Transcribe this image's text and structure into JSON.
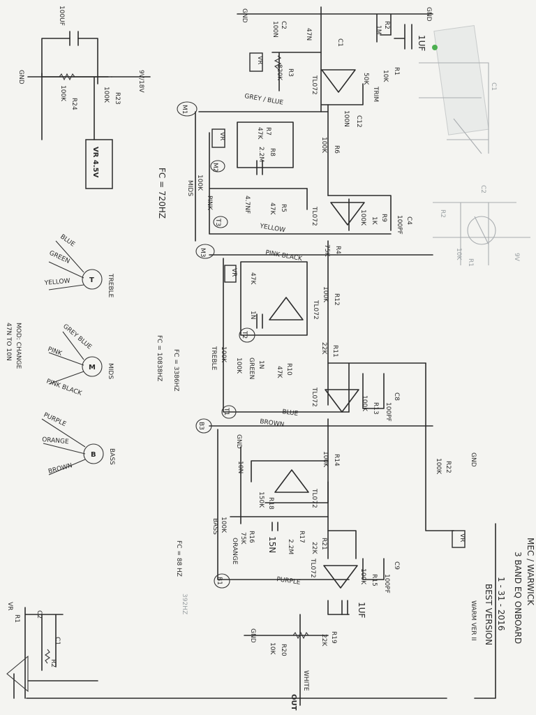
{
  "notes": {
    "title_1": "MEC / WARWICK",
    "title_2": "3 BAND EQ ONBOARD",
    "date": "1 - 31 - 2016",
    "version": "BEST VERSION",
    "extra": "WARM VER II",
    "fc_mids": "FC = 720HZ",
    "fc_treble_1": "FC = 3386HZ",
    "fc_treble_2": "FC = 10838HZ",
    "fc_bass_1": "FC = 88 HZ",
    "fc_bass_2": "392HZ",
    "mod": "MOD: CHANGE",
    "mod_2": "47N TO 10N"
  },
  "labels": {
    "gnd": "GND",
    "vr": "VR",
    "out": "OUT",
    "v9": "9V/18V",
    "vr45": "VR 4.5V",
    "c100uf": "100UF",
    "r24": "R24",
    "r23": "R23",
    "k100": "100K",
    "c2": "C2",
    "c2v": "100N",
    "c1": "C1",
    "c1v": "47N",
    "r1": "R1",
    "r1v": "1M",
    "r2": "R2",
    "r2v": "10K",
    "r3": "R3",
    "r3v": "820K",
    "r3b": "50K",
    "r3c": "TRIM",
    "uf1": "1UF",
    "tl072": "TL072",
    "c12": "C12",
    "c12v": "100N",
    "r6": "R6",
    "r7": "R7",
    "r7v": "47K",
    "r8": "R8",
    "r8v": "2.2M",
    "r5": "R5",
    "r5v": "47K",
    "c47n": "4.7NF",
    "r9": "R9",
    "r9v": "1K",
    "c4": "C4",
    "c4v": "100PF",
    "r4": "R4",
    "r4v": "75K",
    "mids": "MIDS",
    "m1": "M1",
    "m2": "M2",
    "m3": "M3",
    "grey_blue": "GREY / BLUE",
    "pink": "PINK",
    "yellow": "YELLOW",
    "pink_black": "PINK BLACK",
    "treble": "TREBLE",
    "t1": "T1",
    "t2": "T2",
    "t3": "T3",
    "r10": "R10",
    "r10v": "47K",
    "r11": "R11",
    "r11v": "22K",
    "r12": "R12",
    "green": "GREEN",
    "in": "1N",
    "c8": "C8",
    "c8v": "100PF",
    "r13": "R13",
    "blue": "BLUE",
    "brown": "BROWN",
    "bass": "BASS",
    "b1": "B1",
    "b3": "B3",
    "r14": "R14",
    "r17": "R17",
    "r17v": "2.2M",
    "r18": "R18",
    "r18v": "150K",
    "r16": "R16",
    "r16v": "75K",
    "r21": "R21",
    "r21v": "22K",
    "c15n": "15N",
    "c10n": "10N",
    "r15": "R15",
    "c9": "C9",
    "c9v": "100PF",
    "r19": "R19",
    "r19v": "22K",
    "r20": "R20",
    "r20v": "10K",
    "r22": "R22",
    "purple": "PURPLE",
    "orange": "ORANGE",
    "white": "WHITE",
    "uf1b": "1UF",
    "pot_t": "T",
    "pot_m": "M",
    "pot_b": "B",
    "pot_t_name": "TREBLE",
    "pot_m_name": "MIDS",
    "pot_b_name": "BASS",
    "p_blue": "BLUE",
    "p_green": "GREEN",
    "p_yellow": "YELLOW",
    "p_grey": "GREY BLUE",
    "p_pink": "PINK",
    "p_pinkblack": "PINK BLACK",
    "p_purple": "PURPLE",
    "p_orange": "ORANGE",
    "p_brown": "BROWN",
    "ghost_c1": "C1",
    "ghost_c2": "C2",
    "ghost_r1": "R1",
    "ghost_r2": "R2",
    "ghost_10k": "10K",
    "ghost_9v": "9V",
    "bl_vr": "VR",
    "bl_r1": "R1",
    "bl_c2": "C2",
    "bl_c1": "C1",
    "bl_r2": "R2"
  }
}
